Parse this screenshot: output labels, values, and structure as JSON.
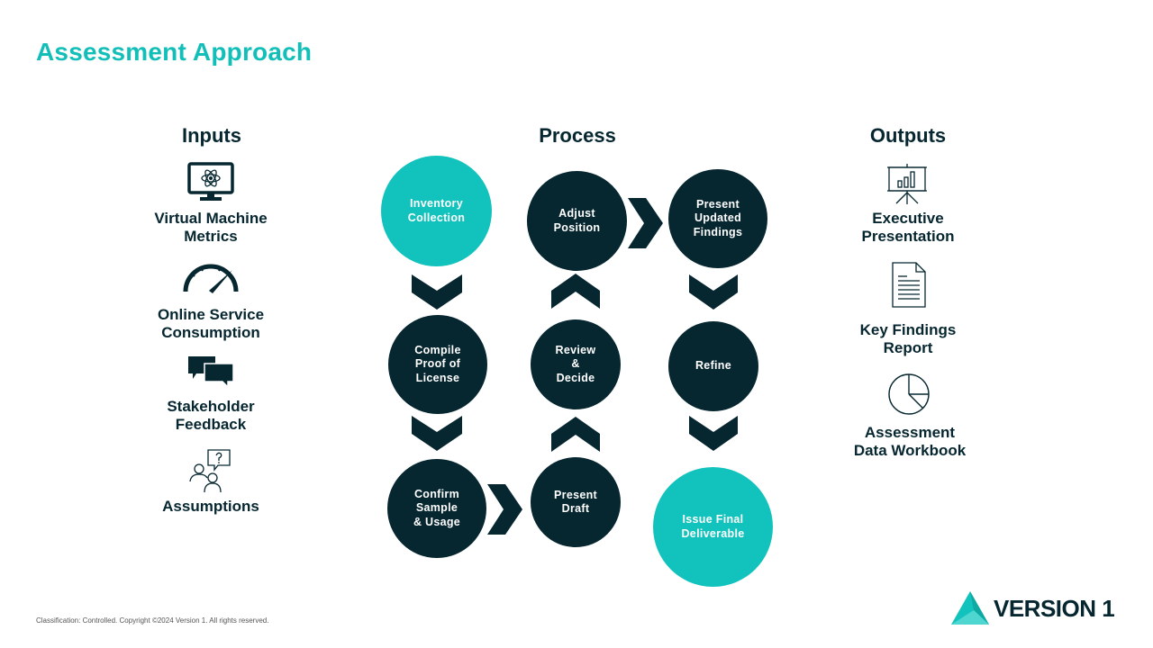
{
  "title": "Assessment Approach",
  "inputs": {
    "heading": "Inputs",
    "items": [
      {
        "label": "Virtual Machine\nMetrics",
        "icon": "monitor-atom-icon"
      },
      {
        "label": "Online Service\nConsumption",
        "icon": "speedometer-icon"
      },
      {
        "label": "Stakeholder\nFeedback",
        "icon": "speech-bubbles-icon"
      },
      {
        "label": "Assumptions",
        "icon": "people-question-icon"
      }
    ]
  },
  "process": {
    "heading": "Process",
    "steps": [
      {
        "label": "Inventory\nCollection",
        "style": "teal"
      },
      {
        "label": "Compile\nProof of\nLicense",
        "style": "dark"
      },
      {
        "label": "Confirm\nSample\n& Usage",
        "style": "dark"
      },
      {
        "label": "Present\nDraft",
        "style": "dark"
      },
      {
        "label": "Review\n&\nDecide",
        "style": "dark"
      },
      {
        "label": "Adjust\nPosition",
        "style": "dark"
      },
      {
        "label": "Present\nUpdated\nFindings",
        "style": "dark"
      },
      {
        "label": "Refine",
        "style": "dark"
      },
      {
        "label": "Issue Final\nDeliverable",
        "style": "teal"
      }
    ]
  },
  "outputs": {
    "heading": "Outputs",
    "items": [
      {
        "label": "Executive\nPresentation",
        "icon": "presentation-board-icon"
      },
      {
        "label": "Key Findings\nReport",
        "icon": "document-icon"
      },
      {
        "label": "Assessment\nData Workbook",
        "icon": "pie-chart-icon"
      }
    ]
  },
  "footer": "Classification: Controlled. Copyright ©2024 Version 1. All rights reserved.",
  "logo": {
    "text": "VERSION 1"
  },
  "colors": {
    "teal": "#12c3bd",
    "dark": "#062630",
    "title": "#12bfb8"
  }
}
